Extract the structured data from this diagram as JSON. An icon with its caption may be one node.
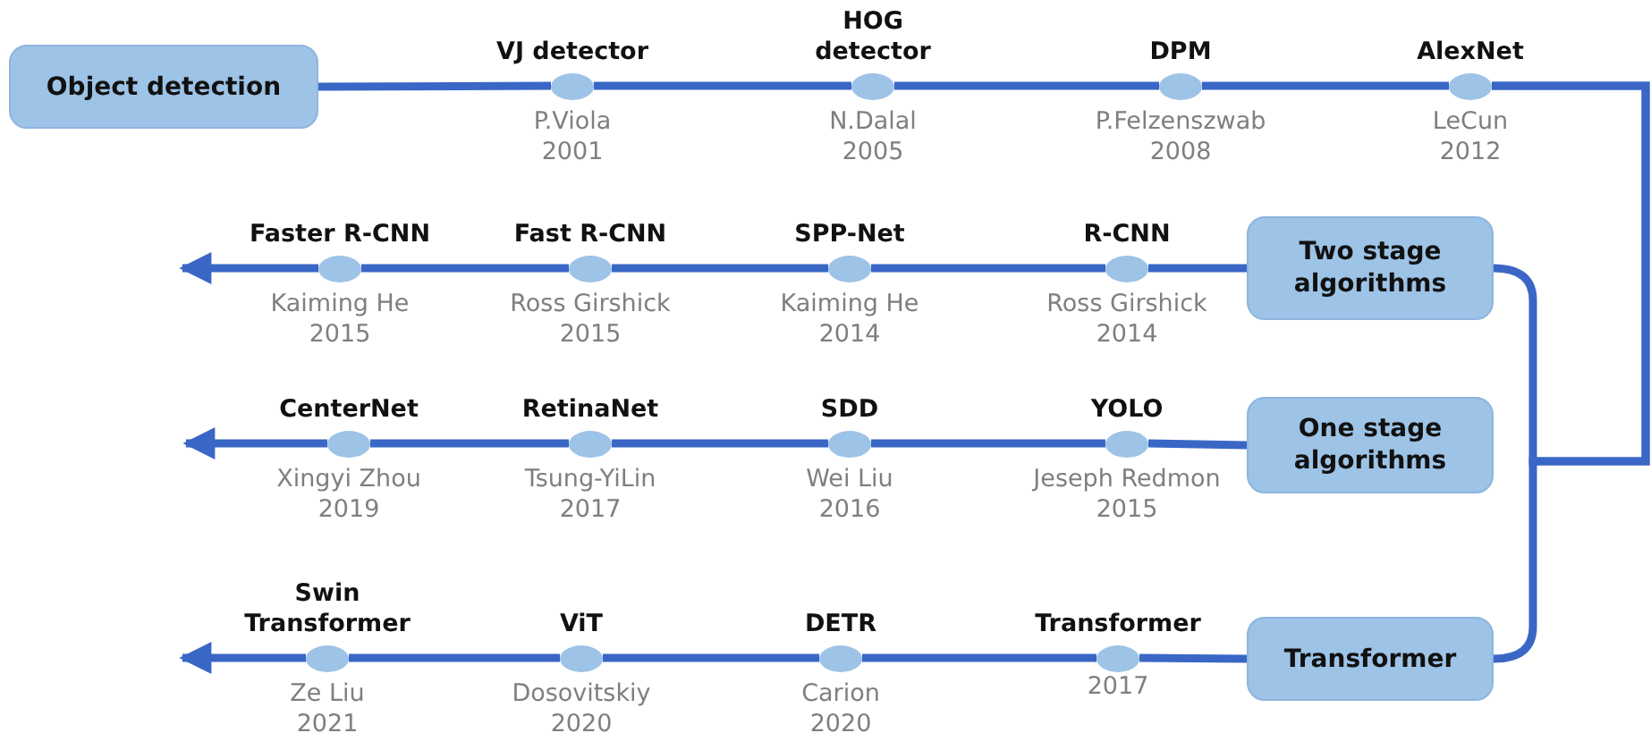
{
  "diagram": {
    "nodes": [
      {
        "text": [
          "Object detection"
        ]
      },
      {
        "text": [
          "VJ detector"
        ],
        "beside": [
          "P.Viola",
          "2001"
        ]
      },
      {
        "text": [
          "HOG detector"
        ],
        "beside": [
          "N.Dalal",
          "2005"
        ]
      },
      {
        "text": [
          "DPM"
        ],
        "beside": [
          "P.Felzenszwab",
          "2008"
        ]
      },
      {
        "text": [
          "AlexNet"
        ],
        "beside": [
          "LeCun",
          "2012"
        ]
      },
      {
        "text": [
          "Faster R-CNN"
        ],
        "beside": [
          "Kaiming He",
          "2015"
        ]
      },
      {
        "text": [
          "Fast R-CNN"
        ],
        "beside": [
          "Ross Girshick",
          "2015"
        ]
      },
      {
        "text": [
          "SPP-Net"
        ],
        "beside": [
          "Kaiming He",
          "2014"
        ]
      },
      {
        "text": [
          "R-CNN"
        ],
        "beside": [
          "Ross Girshick",
          "2014"
        ]
      },
      {
        "text": [
          "Two stage algorithms"
        ]
      },
      {
        "text": [
          "CenterNet"
        ],
        "beside": [
          "Xingyi Zhou",
          "2019"
        ]
      },
      {
        "text": [
          "RetinaNet"
        ],
        "beside": [
          "Tsung-YiLin",
          "2017"
        ]
      },
      {
        "text": [
          "SDD"
        ],
        "beside": [
          "Wei Liu",
          "2016"
        ]
      },
      {
        "text": [
          "YOLO"
        ],
        "beside": [
          "Jeseph Redmon",
          "2015"
        ]
      },
      {
        "text": [
          "One stage algorithms"
        ]
      },
      {
        "text": [
          "Swin Transformer"
        ],
        "beside": [
          "Ze Liu",
          "2021"
        ]
      },
      {
        "text": [
          "ViT"
        ],
        "beside": [
          "Dosovitskiy",
          "2020"
        ]
      },
      {
        "text": [
          "DETR"
        ],
        "beside": [
          "Carion",
          "2020"
        ]
      },
      {
        "text": [
          "Transformer"
        ],
        "beside": [
          "2017"
        ]
      },
      {
        "text": [
          "Transformer"
        ]
      }
    ],
    "edges": [
      {
        "from": 0,
        "to": 1,
        "arrow": "none"
      },
      {
        "from": 1,
        "to": 2,
        "arrow": "none"
      },
      {
        "from": 2,
        "to": 3,
        "arrow": "none"
      },
      {
        "from": 3,
        "to": 4,
        "arrow": "none"
      },
      {
        "from": 4,
        "to": 9,
        "arrow": "none"
      },
      {
        "from": 4,
        "to": 19,
        "arrow": "none"
      },
      {
        "from": 9,
        "to": 8,
        "arrow": "none"
      },
      {
        "from": 8,
        "to": 7,
        "arrow": "none"
      },
      {
        "from": 7,
        "to": 6,
        "arrow": "none"
      },
      {
        "from": 6,
        "to": 5,
        "arrow": "none"
      },
      {
        "from": 5,
        "to": null,
        "arrow": "to"
      },
      {
        "from": 14,
        "to": 13,
        "arrow": "none"
      },
      {
        "from": 13,
        "to": 12,
        "arrow": "none"
      },
      {
        "from": 12,
        "to": 11,
        "arrow": "none"
      },
      {
        "from": 11,
        "to": 10,
        "arrow": "none"
      },
      {
        "from": 10,
        "to": null,
        "arrow": "to"
      },
      {
        "from": 19,
        "to": 18,
        "arrow": "none"
      },
      {
        "from": 18,
        "to": 17,
        "arrow": "none"
      },
      {
        "from": 17,
        "to": 16,
        "arrow": "none"
      },
      {
        "from": 16,
        "to": 15,
        "arrow": "none"
      },
      {
        "from": 15,
        "to": null,
        "arrow": "to"
      }
    ]
  }
}
